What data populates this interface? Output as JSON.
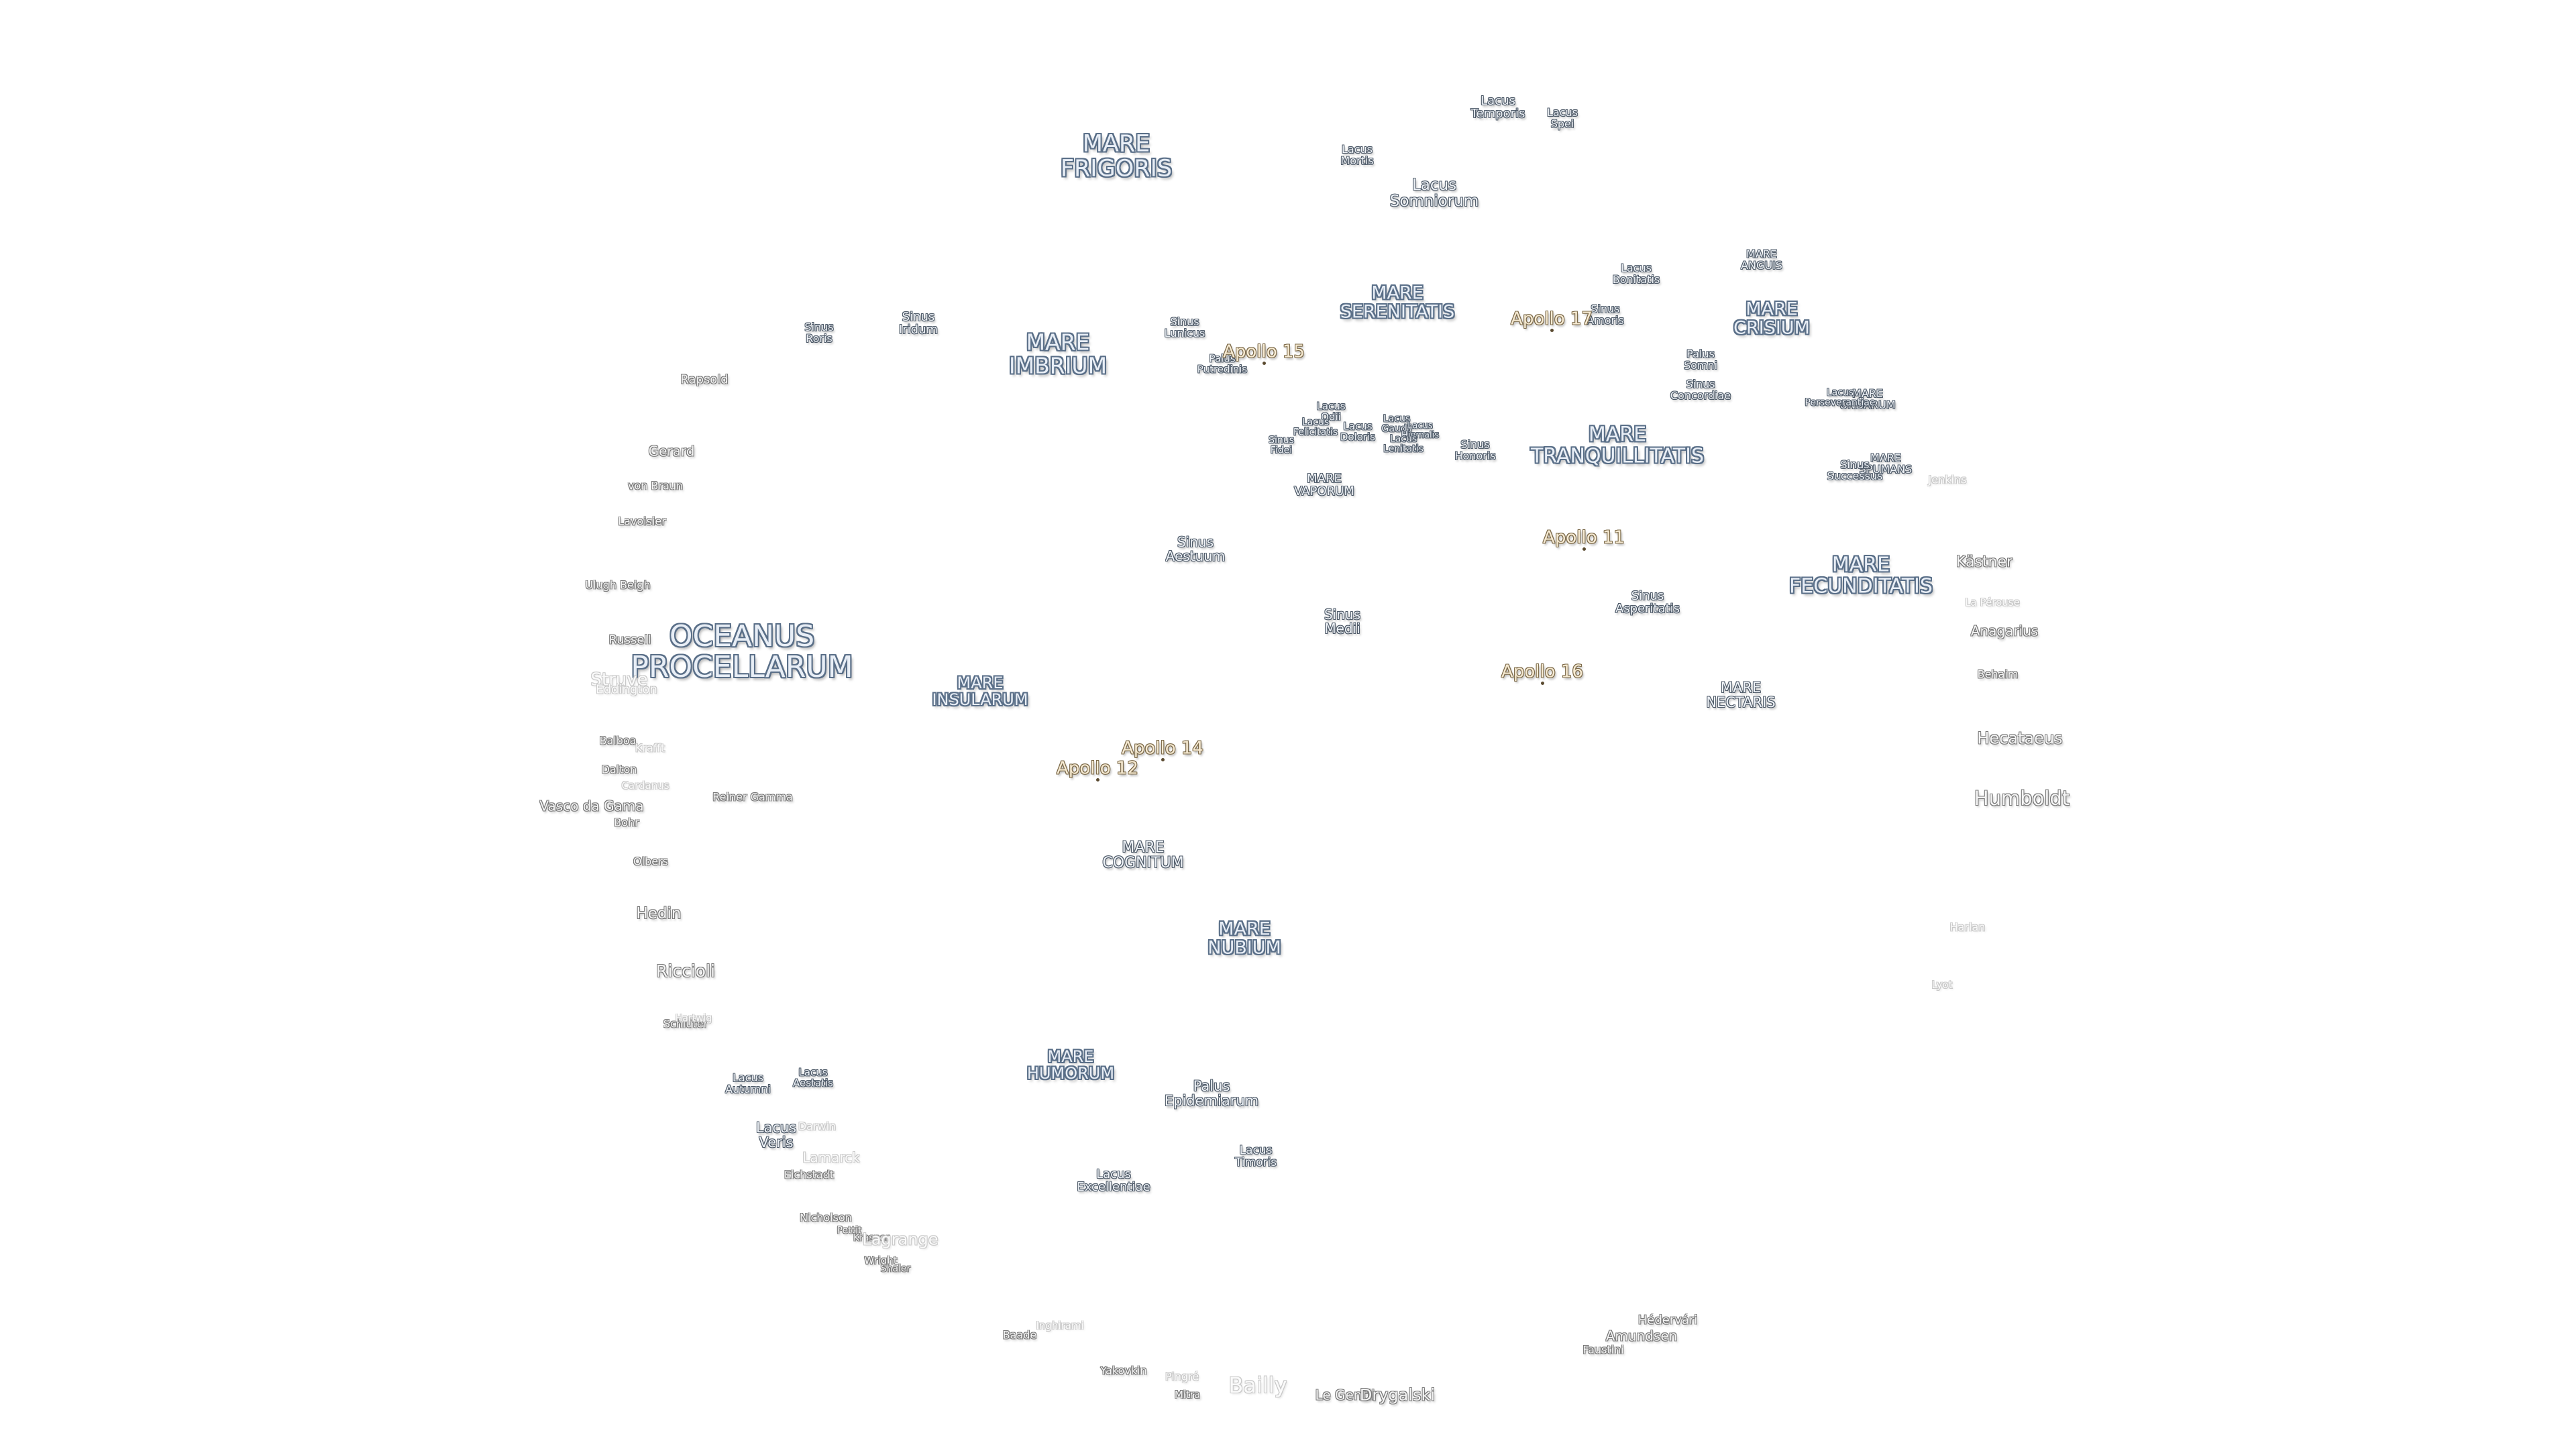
{
  "maria": [
    {
      "id": "mare-frigoris",
      "text": "MARE\nFRIGORIS"
    },
    {
      "id": "mare-imbrium",
      "text": "MARE\nIMBRIUM"
    },
    {
      "id": "mare-serenitatis",
      "text": "MARE\nSERENITATIS"
    },
    {
      "id": "mare-crisium",
      "text": "MARE\nCRISIUM"
    },
    {
      "id": "mare-anguis",
      "text": "MARE\nANGUIS"
    },
    {
      "id": "mare-tranquillitatis",
      "text": "MARE\nTRANQUILLITATIS"
    },
    {
      "id": "mare-vaporum",
      "text": "MARE\nVAPORUM"
    },
    {
      "id": "mare-fecunditatis",
      "text": "MARE\nFECUNDITATIS"
    },
    {
      "id": "mare-undarum",
      "text": "MARE\nUNDARUM"
    },
    {
      "id": "mare-spumans",
      "text": "MARE\nSPUMANS"
    },
    {
      "id": "mare-nectaris",
      "text": "MARE\nNECTARIS"
    },
    {
      "id": "oceanus-procellarum",
      "text": "OCEANUS\nPROCELLARUM"
    },
    {
      "id": "mare-insularum",
      "text": "MARE\nINSULARUM"
    },
    {
      "id": "mare-cognitum",
      "text": "MARE\nCOGNITUM"
    },
    {
      "id": "mare-nubium",
      "text": "MARE\nNUBIUM"
    },
    {
      "id": "mare-humorum",
      "text": "MARE\nHUMORUM"
    }
  ],
  "minor_features": [
    {
      "id": "lacus-temporis",
      "text": "Lacus\nTemporis"
    },
    {
      "id": "lacus-spei",
      "text": "Lacus\nSpei"
    },
    {
      "id": "lacus-mortis",
      "text": "Lacus\nMortis"
    },
    {
      "id": "lacus-somniorum",
      "text": "Lacus\nSomniorum"
    },
    {
      "id": "lacus-bonitatis",
      "text": "Lacus\nBonitatis"
    },
    {
      "id": "sinus-amoris",
      "text": "Sinus\nAmoris"
    },
    {
      "id": "palus-somni",
      "text": "Palus\nSomni"
    },
    {
      "id": "sinus-concordiae",
      "text": "Sinus\nConcordiae"
    },
    {
      "id": "lacus-perseverantiae",
      "text": "Lacus\nPerseverantiae"
    },
    {
      "id": "sinus-successus",
      "text": "Sinus\nSuccessus"
    },
    {
      "id": "sinus-roris",
      "text": "Sinus\nRoris"
    },
    {
      "id": "sinus-iridum",
      "text": "Sinus\nIridum"
    },
    {
      "id": "sinus-lunicus",
      "text": "Sinus\nLunicus"
    },
    {
      "id": "palus-putredinis",
      "text": "Palus\nPutredinis"
    },
    {
      "id": "lacus-odii",
      "text": "Lacus\nOdii"
    },
    {
      "id": "lacus-felicitatis",
      "text": "Lacus\nFelicitatis"
    },
    {
      "id": "sinus-fidei",
      "text": "Sinus\nFidei"
    },
    {
      "id": "lacus-doloris",
      "text": "Lacus\nDoloris"
    },
    {
      "id": "lacus-gaudii",
      "text": "Lacus\nGaudii"
    },
    {
      "id": "lacus-hiemalis",
      "text": "Lacus\nHiemalis"
    },
    {
      "id": "lacus-lenitatis",
      "text": "Lacus\nLenitatis"
    },
    {
      "id": "sinus-honoris",
      "text": "Sinus\nHonoris"
    },
    {
      "id": "sinus-aestuum",
      "text": "Sinus\nAestuum"
    },
    {
      "id": "sinus-medii",
      "text": "Sinus\nMedii"
    },
    {
      "id": "sinus-asperitatis",
      "text": "Sinus\nAsperitatis"
    },
    {
      "id": "palus-epidemiarum",
      "text": "Palus\nEpidemiarum"
    },
    {
      "id": "lacus-timoris",
      "text": "Lacus\nTimoris"
    },
    {
      "id": "lacus-excellentiae",
      "text": "Lacus\nExcellentiae"
    },
    {
      "id": "lacus-autumni",
      "text": "Lacus\nAutumni"
    },
    {
      "id": "lacus-aestatis",
      "text": "Lacus\nAestatis"
    },
    {
      "id": "lacus-veris",
      "text": "Lacus\nVeris"
    }
  ],
  "apollo_sites": [
    {
      "id": "apollo-11",
      "text": "Apollo 11"
    },
    {
      "id": "apollo-12",
      "text": "Apollo 12"
    },
    {
      "id": "apollo-14",
      "text": "Apollo 14"
    },
    {
      "id": "apollo-15",
      "text": "Apollo 15"
    },
    {
      "id": "apollo-16",
      "text": "Apollo 16"
    },
    {
      "id": "apollo-17",
      "text": "Apollo 17"
    }
  ],
  "craters": [
    {
      "id": "rapsold",
      "text": "Rapsold"
    },
    {
      "id": "gerard",
      "text": "Gerard"
    },
    {
      "id": "von-braun",
      "text": "von Braun"
    },
    {
      "id": "lavoisier",
      "text": "Lavoisier"
    },
    {
      "id": "ulugh-beigh",
      "text": "Ulugh Beigh"
    },
    {
      "id": "russell",
      "text": "Russell"
    },
    {
      "id": "struve",
      "text": "Struve"
    },
    {
      "id": "eddington",
      "text": "Eddington"
    },
    {
      "id": "balboa",
      "text": "Balboa"
    },
    {
      "id": "krafft",
      "text": "Krafft"
    },
    {
      "id": "dalton",
      "text": "Dalton"
    },
    {
      "id": "cardanus",
      "text": "Cardanus"
    },
    {
      "id": "vasco-da-gama",
      "text": "Vasco da Gama"
    },
    {
      "id": "bohr",
      "text": "Bohr"
    },
    {
      "id": "reiner-gamma",
      "text": "Reiner Gamma"
    },
    {
      "id": "olbers",
      "text": "Olbers"
    },
    {
      "id": "hedin",
      "text": "Hedin"
    },
    {
      "id": "riccioli",
      "text": "Riccioli"
    },
    {
      "id": "schluter",
      "text": "Schlüter"
    },
    {
      "id": "lacus-veris-crater",
      "text": "Hartwig"
    },
    {
      "id": "eichstadt",
      "text": "Eichstadt"
    },
    {
      "id": "lamarck",
      "text": "Lamarck"
    },
    {
      "id": "darwin",
      "text": "Darwin"
    },
    {
      "id": "nicholson",
      "text": "Nicholson"
    },
    {
      "id": "pettit",
      "text": "Pettit"
    },
    {
      "id": "kramer",
      "text": "Krasner"
    },
    {
      "id": "lagrange",
      "text": "Lagrange"
    },
    {
      "id": "wright",
      "text": "Wright"
    },
    {
      "id": "shaler",
      "text": "Shaler"
    },
    {
      "id": "baade",
      "text": "Baade"
    },
    {
      "id": "inghirami",
      "text": "Inghirami"
    },
    {
      "id": "yakovkin",
      "text": "Yakovkin"
    },
    {
      "id": "pingre",
      "text": "Pingré"
    },
    {
      "id": "bailly",
      "text": "Bailly"
    },
    {
      "id": "mitra",
      "text": "Mitra"
    },
    {
      "id": "le-gentil",
      "text": "Le Gentil"
    },
    {
      "id": "drygalski",
      "text": "Drygalski"
    },
    {
      "id": "hedervari",
      "text": "Hédervári"
    },
    {
      "id": "amundsen",
      "text": "Amundsen"
    },
    {
      "id": "faustini",
      "text": "Faustini"
    },
    {
      "id": "jenkins",
      "text": "Jenkins"
    },
    {
      "id": "kastner",
      "text": "Kästner"
    },
    {
      "id": "la-peyrouse",
      "text": "La Pérouse"
    },
    {
      "id": "anagarius",
      "text": "Anagarius"
    },
    {
      "id": "behaim",
      "text": "Behaim"
    },
    {
      "id": "hecataeus",
      "text": "Hecataeus"
    },
    {
      "id": "humboldt",
      "text": "Humboldt"
    },
    {
      "id": "harlan",
      "text": "Harlan"
    },
    {
      "id": "lyot",
      "text": "Lyot"
    }
  ]
}
